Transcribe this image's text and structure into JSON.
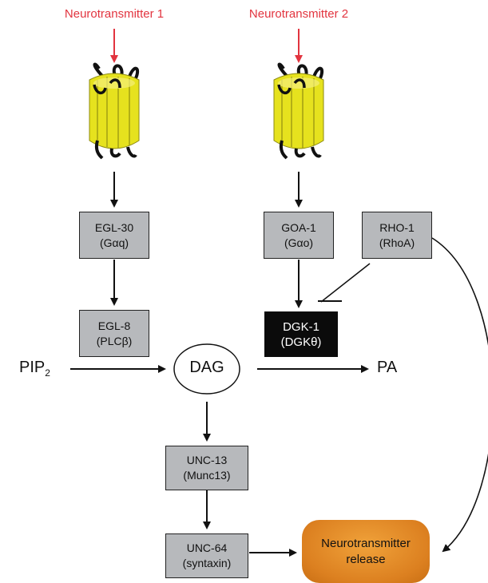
{
  "top_labels": {
    "nt1": "Neurotransmitter 1",
    "nt2": "Neurotransmitter 2"
  },
  "boxes": {
    "egl30": [
      "EGL-30",
      "(Gαq)"
    ],
    "egl8": [
      "EGL-8",
      "(PLCβ)"
    ],
    "goa1": [
      "GOA-1",
      "(Gαo)"
    ],
    "rho1": [
      "RHO-1",
      "(RhoA)"
    ],
    "dgk1": [
      "DGK-1",
      "(DGKθ)"
    ],
    "unc13": [
      "UNC-13",
      "(Munc13)"
    ],
    "unc64": [
      "UNC-64",
      "(syntaxin)"
    ]
  },
  "metabolites": {
    "pip": "PIP",
    "pip_sub": "2",
    "dag": "DAG",
    "pa": "PA"
  },
  "release": [
    "Neurotransmitter",
    "release"
  ],
  "colors": {
    "neurotransmitter": "#e2343f",
    "receptor": "#e6e21e",
    "box": "#b7b9bc",
    "release": "#e08a25"
  }
}
